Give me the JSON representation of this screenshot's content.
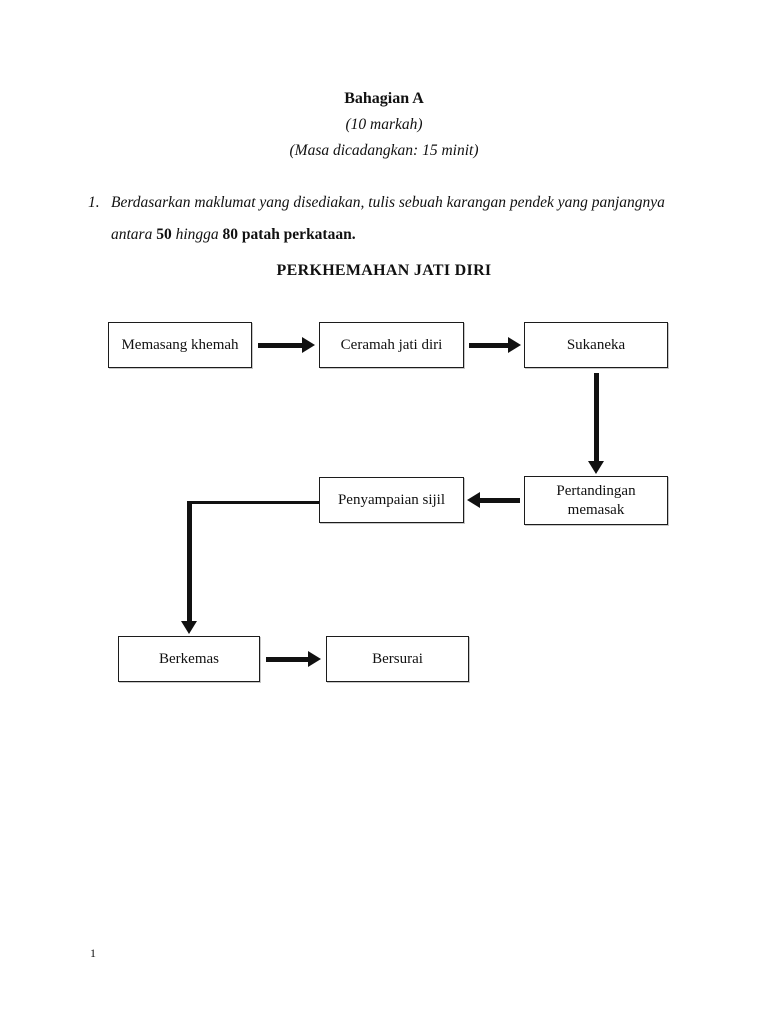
{
  "page": {
    "section_title": "Bahagian A",
    "marks_line": "(10 markah)",
    "time_line": "(Masa dicadangkan: 15 minit)",
    "page_number": "1"
  },
  "question": {
    "number": "1.",
    "segments": [
      {
        "text": "Berdasarkan maklumat yang disediakan, tulis sebuah karangan pendek yang panjangnya",
        "style": "italic"
      },
      {
        "text": "antara ",
        "style": "italic"
      },
      {
        "text": "50",
        "style": "bold"
      },
      {
        "text": " hingga ",
        "style": "italic"
      },
      {
        "text": "80 patah perkataan.",
        "style": "bold"
      }
    ]
  },
  "diagram": {
    "title": "PERKHEMAHAN JATI DIRI",
    "nodes": [
      {
        "id": "memasang-khemah",
        "label": "Memasang khemah"
      },
      {
        "id": "ceramah-jati-diri",
        "label": "Ceramah jati diri"
      },
      {
        "id": "sukaneka",
        "label": "Sukaneka"
      },
      {
        "id": "penyampaian-sijil",
        "label": "Penyampaian sijil"
      },
      {
        "id": "pertandingan-memasak",
        "label": "Pertandingan memasak"
      },
      {
        "id": "berkemas",
        "label": "Berkemas"
      },
      {
        "id": "bersurai",
        "label": "Bersurai"
      }
    ],
    "edges": [
      {
        "from": "Memasang khemah",
        "to": "Ceramah jati diri",
        "direction": "right"
      },
      {
        "from": "Ceramah jati diri",
        "to": "Sukaneka",
        "direction": "right"
      },
      {
        "from": "Sukaneka",
        "to": "Pertandingan memasak",
        "direction": "down"
      },
      {
        "from": "Pertandingan memasak",
        "to": "Penyampaian sijil",
        "direction": "left"
      },
      {
        "from": "Penyampaian sijil",
        "to": "Berkemas",
        "direction": "left-then-down"
      },
      {
        "from": "Berkemas",
        "to": "Bersurai",
        "direction": "right"
      }
    ]
  },
  "colors": {
    "text": "#111111",
    "box_border": "#1c1c1c",
    "arrow": "#111111",
    "background": "#ffffff"
  }
}
